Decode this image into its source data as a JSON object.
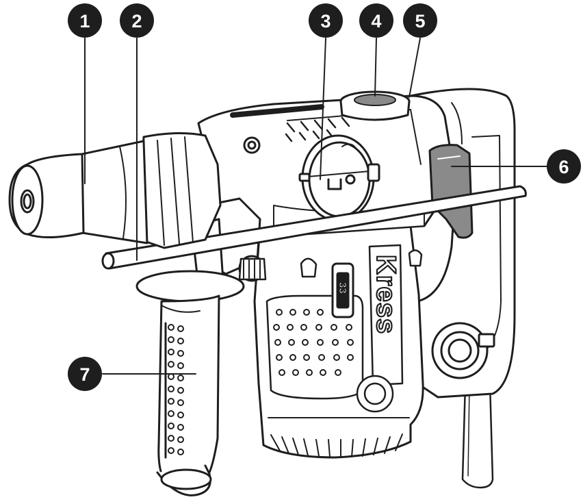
{
  "diagram": {
    "callouts": [
      {
        "number": "1"
      },
      {
        "number": "2"
      },
      {
        "number": "3"
      },
      {
        "number": "4"
      },
      {
        "number": "5"
      },
      {
        "number": "6"
      },
      {
        "number": "7"
      }
    ],
    "brand_text": "Kress",
    "speed_symbol": "33",
    "colors": {
      "line": "#1e1e1e",
      "fill": "#ffffff",
      "gray": "#8a8a8a",
      "badge": "#1e1e1e"
    }
  }
}
